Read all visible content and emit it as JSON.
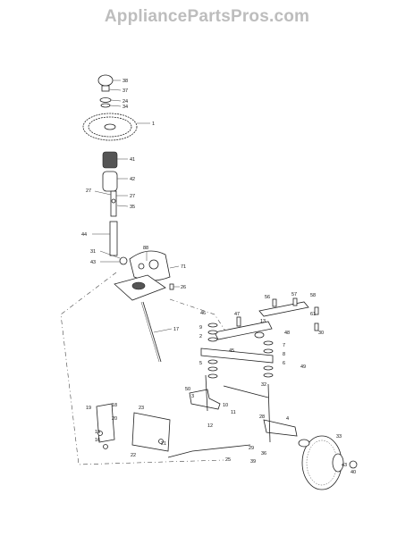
{
  "watermark": "AppliancePartsPros.com",
  "callouts": [
    {
      "id": "c38",
      "label": "38"
    },
    {
      "id": "c37",
      "label": "37"
    },
    {
      "id": "c24",
      "label": "24"
    },
    {
      "id": "c34",
      "label": "34"
    },
    {
      "id": "c1",
      "label": "1"
    },
    {
      "id": "c41",
      "label": "41"
    },
    {
      "id": "c42",
      "label": "42"
    },
    {
      "id": "c27a",
      "label": "27"
    },
    {
      "id": "c27b",
      "label": "27"
    },
    {
      "id": "c35",
      "label": "35"
    },
    {
      "id": "c44",
      "label": "44"
    },
    {
      "id": "c31",
      "label": "31"
    },
    {
      "id": "c43a",
      "label": "43"
    },
    {
      "id": "c88",
      "label": "88"
    },
    {
      "id": "c71",
      "label": "71"
    },
    {
      "id": "c26",
      "label": "26"
    },
    {
      "id": "c17",
      "label": "17"
    },
    {
      "id": "c46",
      "label": "46"
    },
    {
      "id": "c47",
      "label": "47"
    },
    {
      "id": "c13",
      "label": "13"
    },
    {
      "id": "c56",
      "label": "56"
    },
    {
      "id": "c57",
      "label": "57"
    },
    {
      "id": "c58",
      "label": "58"
    },
    {
      "id": "c61",
      "label": "61"
    },
    {
      "id": "c30",
      "label": "30"
    },
    {
      "id": "c9",
      "label": "9"
    },
    {
      "id": "c2",
      "label": "2"
    },
    {
      "id": "c7",
      "label": "7"
    },
    {
      "id": "c8",
      "label": "8"
    },
    {
      "id": "c6",
      "label": "6"
    },
    {
      "id": "c5",
      "label": "5"
    },
    {
      "id": "c3",
      "label": "3"
    },
    {
      "id": "c4",
      "label": "4"
    },
    {
      "id": "c10",
      "label": "10"
    },
    {
      "id": "c11",
      "label": "11"
    },
    {
      "id": "c12",
      "label": "12"
    },
    {
      "id": "c15",
      "label": "15"
    },
    {
      "id": "c16",
      "label": "16"
    },
    {
      "id": "c18",
      "label": "18"
    },
    {
      "id": "c19",
      "label": "19"
    },
    {
      "id": "c20",
      "label": "20"
    },
    {
      "id": "c21",
      "label": "21"
    },
    {
      "id": "c22",
      "label": "22"
    },
    {
      "id": "c23",
      "label": "23"
    },
    {
      "id": "c25",
      "label": "25"
    },
    {
      "id": "c28",
      "label": "28"
    },
    {
      "id": "c29",
      "label": "29"
    },
    {
      "id": "c32",
      "label": "32"
    },
    {
      "id": "c33",
      "label": "33"
    },
    {
      "id": "c36",
      "label": "36"
    },
    {
      "id": "c39",
      "label": "39"
    },
    {
      "id": "c40",
      "label": "40"
    },
    {
      "id": "c43b",
      "label": "43"
    },
    {
      "id": "c45",
      "label": "45"
    },
    {
      "id": "c48",
      "label": "48"
    },
    {
      "id": "c49",
      "label": "49"
    },
    {
      "id": "c50",
      "label": "50"
    }
  ]
}
